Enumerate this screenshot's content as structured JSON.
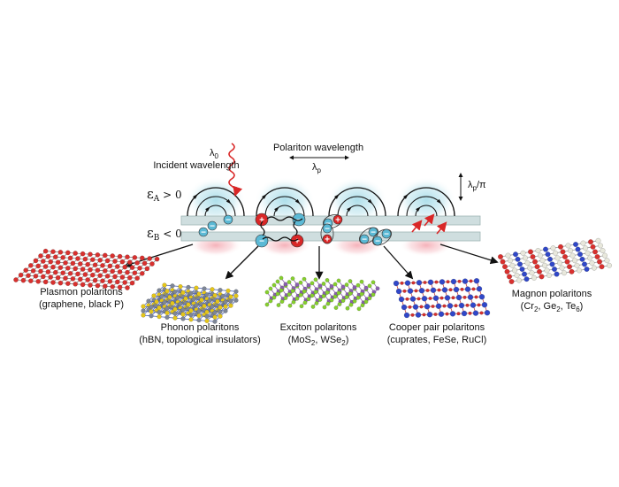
{
  "labels": {
    "incident_lambda": "λ",
    "incident_lambda_sub": "0",
    "incident_text": "Incident wavelength",
    "polariton_text": "Polariton wavelength",
    "polariton_lambda": "λ",
    "polariton_lambda_sub": "p",
    "lambda_p_pi_lambda": "λ",
    "lambda_p_pi_sub": "p",
    "lambda_p_pi_suffix": "/π",
    "eps_a_symbol": "ε",
    "eps_a_sub": "A",
    "eps_a_rel": " > 0",
    "eps_b_symbol": "ε",
    "eps_b_sub": "B",
    "eps_b_rel": " < 0"
  },
  "materials": [
    {
      "name": "Plasmon polaritons",
      "examples": "(graphene, black P)"
    },
    {
      "name": "Phonon polaritons",
      "examples": "(hBN, topological insulators)"
    },
    {
      "name": "Exciton polaritons",
      "ex1": "(MoS",
      "ex1_sub": "2",
      "ex2": ", WSe",
      "ex2_sub": "2",
      "ex3": ")"
    },
    {
      "name": "Cooper pair polaritons",
      "examples": "(cuprates, FeSe, RuCl)"
    },
    {
      "name": "Magnon polaritons",
      "ex1": "(Cr",
      "ex1_sub": "2",
      "ex2": ", Ge",
      "ex2_sub": "2",
      "ex3": ", Te",
      "ex3_sub": "6",
      "ex4": ")"
    }
  ],
  "charges": {
    "plus": "+",
    "minus": "−"
  },
  "colors": {
    "slab": "#cfdedf",
    "slab_edge": "#9fb5b5",
    "glow_top": "#bfe6ee",
    "glow_bottom": "#f4b7bd",
    "plus_fill": "#d92727",
    "minus_fill": "#5bb9d5",
    "incident_wave": "#d92727",
    "atom_red": "#d8302e",
    "atom_yellow": "#e5c619",
    "atom_gray": "#7e8696",
    "atom_green": "#86cf2f",
    "atom_purple": "#8a5fb0",
    "atom_blue": "#3047c8",
    "atom_white": "#e8e8dc"
  }
}
